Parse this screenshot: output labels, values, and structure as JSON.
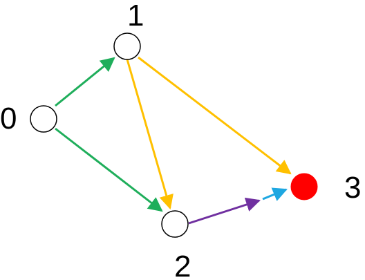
{
  "nodes": [
    {
      "id": "0",
      "label": "0",
      "filled": false
    },
    {
      "id": "1",
      "label": "1",
      "filled": false
    },
    {
      "id": "2",
      "label": "2",
      "filled": false
    },
    {
      "id": "3",
      "label": "3",
      "filled": true
    }
  ],
  "edges": [
    {
      "from": "0",
      "to": "1",
      "color": "#1fae5b"
    },
    {
      "from": "0",
      "to": "2",
      "color": "#1fae5b"
    },
    {
      "from": "1",
      "to": "2",
      "color": "#ffc000"
    },
    {
      "from": "1",
      "to": "3",
      "color": "#ffc000"
    },
    {
      "from": "2",
      "to": "3",
      "color": "#7030a0",
      "continuation_color": "#1ea7e1"
    }
  ],
  "colors": {
    "node_stroke": "#000000",
    "node_fill": "#ffffff",
    "target_fill": "#ff0000"
  }
}
